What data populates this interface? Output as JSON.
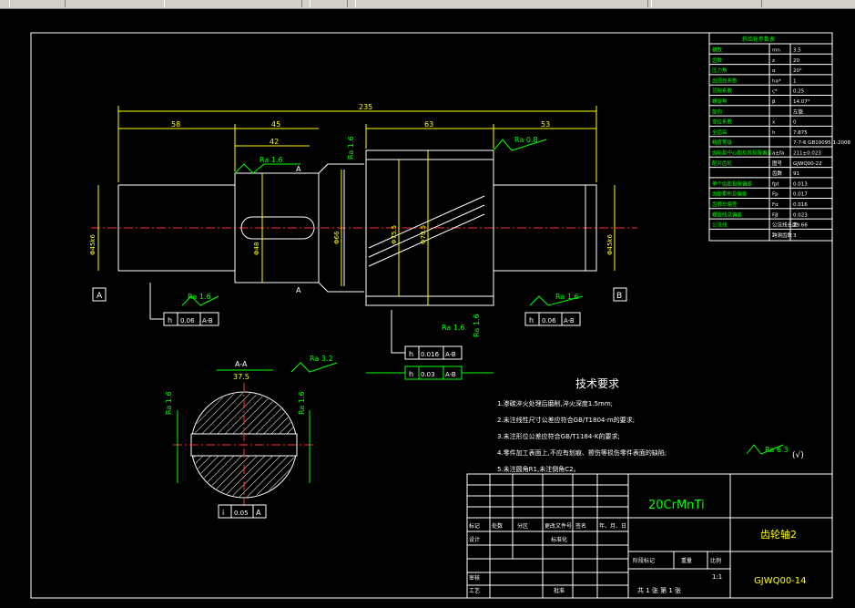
{
  "window": {
    "toolbar_buttons": [
      "",
      "",
      "",
      "",
      ""
    ]
  },
  "drawing": {
    "title": "齿轮轴2",
    "material": "20CrMnTi",
    "drawing_number": "GJWQ00-14",
    "scale": "1:1",
    "sheet_text": "共 1 张   第 1 张",
    "dims": {
      "total": "235",
      "d58": "58",
      "d45": "45",
      "d42": "42",
      "d63": "63",
      "d53": "53",
      "dia_left": "Φ45k6",
      "dia_right": "Φ45k6",
      "dia_mid": "Φ66",
      "dia_gear": "Φ75.5",
      "dia_root": "Φ70.5",
      "dia_key": "Φ48",
      "section_width": "37.5"
    },
    "roughness": {
      "r1": "Ra 1.6",
      "r2": "Ra 0.8",
      "r3": "Ra 1.6",
      "r4": "Ra 1.6",
      "r5": "Ra 1.6",
      "r6": "Ra 3.2",
      "r7": "Ra 1.6",
      "r8": "Ra 1.6",
      "other": "Ra 6.3",
      "other_suffix": "(√)"
    },
    "tolerance": {
      "left": {
        "sym": "h",
        "val": "0.06",
        "ref": "A-B"
      },
      "right": {
        "sym": "h",
        "val": "0.06",
        "ref": "A-B"
      },
      "mid1": {
        "sym": "h",
        "val": "0.016",
        "ref": "A-B"
      },
      "mid2": {
        "sym": "h",
        "val": "0.03",
        "ref": "A-B"
      },
      "sec": {
        "sym": "i",
        "val": "0.05",
        "ref": "A"
      }
    },
    "datums": {
      "a": "A",
      "b": "B",
      "sec_a1": "A",
      "sec_a2": "A",
      "section_label": "A-A"
    },
    "tech": {
      "title": "技术要求",
      "lines": [
        "1.渗碳淬火处理后磨削,淬火深度1.5mm;",
        "2.未注线性尺寸公差应符合GB/T1804-m的要求;",
        "3.未注形位公差应符合GB/T1184-K的要求;",
        "4.零件加工表面上,不应有划痕、擦伤等损伤零件表面的缺陷;",
        "5.未注圆角R1,未注倒角C2。"
      ]
    },
    "param_table": {
      "header": "斜齿轮参数表",
      "rows": [
        [
          "模数",
          "mn",
          "3.5"
        ],
        [
          "齿数",
          "z",
          "20"
        ],
        [
          "压力角",
          "α",
          "20°"
        ],
        [
          "齿顶高系数",
          "ha*",
          "1"
        ],
        [
          "顶隙系数",
          "c*",
          "0.25"
        ],
        [
          "螺旋角",
          "β",
          "14.07°"
        ],
        [
          "旋向",
          "",
          "左旋"
        ],
        [
          "变位系数",
          "x",
          "0"
        ],
        [
          "全齿高",
          "h",
          "7.875"
        ],
        [
          "精度等级",
          "",
          "7-7-6 GB10095.1-2008"
        ],
        [
          "齿轮副中心距及其极限偏差",
          "a±fa",
          "211±0.023"
        ],
        [
          "配对齿轮",
          "图号",
          "GJWQ00-22"
        ],
        [
          "",
          "齿数",
          "91"
        ],
        [
          "单个齿距极限偏差",
          "fpt",
          "0.013"
        ],
        [
          "齿距累积总偏差",
          "Fp",
          "0.017"
        ],
        [
          "齿廓总偏差",
          "Fα",
          "0.016"
        ],
        [
          "螺旋线总偏差",
          "Fβ",
          "0.023"
        ],
        [
          "公法线",
          "公法线长度",
          "29.66"
        ],
        [
          "",
          "跨测齿数",
          "3"
        ]
      ]
    },
    "title_block": {
      "row_labels": [
        "标记",
        "处数",
        "分区",
        "更改文件号",
        "签名",
        "年、月、日"
      ],
      "design": "设计",
      "standard": "标准化",
      "stage": "阶段标记",
      "weight": "重量",
      "scale_label": "比例",
      "review": "审核",
      "process": "工艺",
      "approve": "批准"
    }
  }
}
